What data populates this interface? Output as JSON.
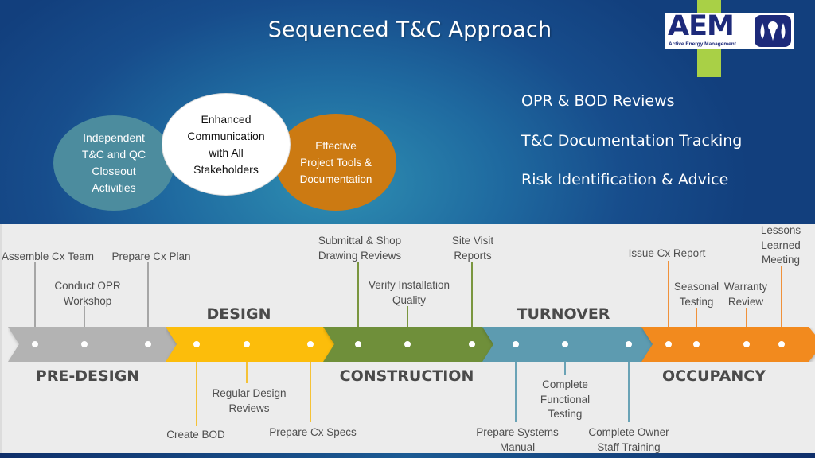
{
  "title": "Sequenced T&C Approach",
  "logo": {
    "main": "AEM",
    "subtitle": "Active Energy Management",
    "brand_color": "#1d2a7a",
    "accent_color": "#a9d046"
  },
  "circles": [
    {
      "text": "Independent\nT&C and QC\nCloseout\nActivities",
      "color": "#4c8c9e"
    },
    {
      "text": "Enhanced\nCommunication\nwith All\nStakeholders",
      "color": "#ffffff"
    },
    {
      "text": "Effective\nProject Tools &\nDocumentation",
      "color": "#cc7a12"
    }
  ],
  "bullets": [
    "OPR & BOD Reviews",
    "T&C Documentation Tracking",
    "Risk Identification & Advice"
  ],
  "phases": [
    {
      "name": "PRE-DESIGN",
      "color": "#b3b3b3",
      "line_color": "#a6a6a6",
      "milestones": [
        {
          "label": "Assemble Cx Team",
          "side": "top"
        },
        {
          "label": "Conduct OPR\nWorkshop",
          "side": "top"
        },
        {
          "label": "Prepare Cx Plan",
          "side": "top"
        }
      ]
    },
    {
      "name": "DESIGN",
      "color": "#fcbd0b",
      "line_color": "#f5c237",
      "milestones": [
        {
          "label": "Create BOD",
          "side": "bottom"
        },
        {
          "label": "Regular Design\nReviews",
          "side": "bottom"
        },
        {
          "label": "Prepare Cx Specs",
          "side": "bottom"
        }
      ]
    },
    {
      "name": "CONSTRUCTION",
      "color": "#6f8f3a",
      "line_color": "#7a963f",
      "milestones": [
        {
          "label": "Submittal & Shop\nDrawing Reviews",
          "side": "top"
        },
        {
          "label": "Verify Installation\nQuality",
          "side": "top"
        },
        {
          "label": "Site Visit\nReports",
          "side": "top"
        }
      ]
    },
    {
      "name": "TURNOVER",
      "color": "#5d9bb0",
      "line_color": "#6aa3b6",
      "milestones": [
        {
          "label": "Prepare Systems\nManual",
          "side": "bottom"
        },
        {
          "label": "Complete\nFunctional\nTesting",
          "side": "bottom"
        },
        {
          "label": "Complete Owner\nStaff Training",
          "side": "bottom"
        }
      ]
    },
    {
      "name": "OCCUPANCY",
      "color": "#f28a1e",
      "line_color": "#f0913a",
      "milestones": [
        {
          "label": "Issue Cx Report",
          "side": "top"
        },
        {
          "label": "Seasonal\nTesting",
          "side": "top"
        },
        {
          "label": "Warranty\nReview",
          "side": "top"
        },
        {
          "label": "Lessons\nLearned\nMeeting",
          "side": "top"
        }
      ]
    }
  ]
}
